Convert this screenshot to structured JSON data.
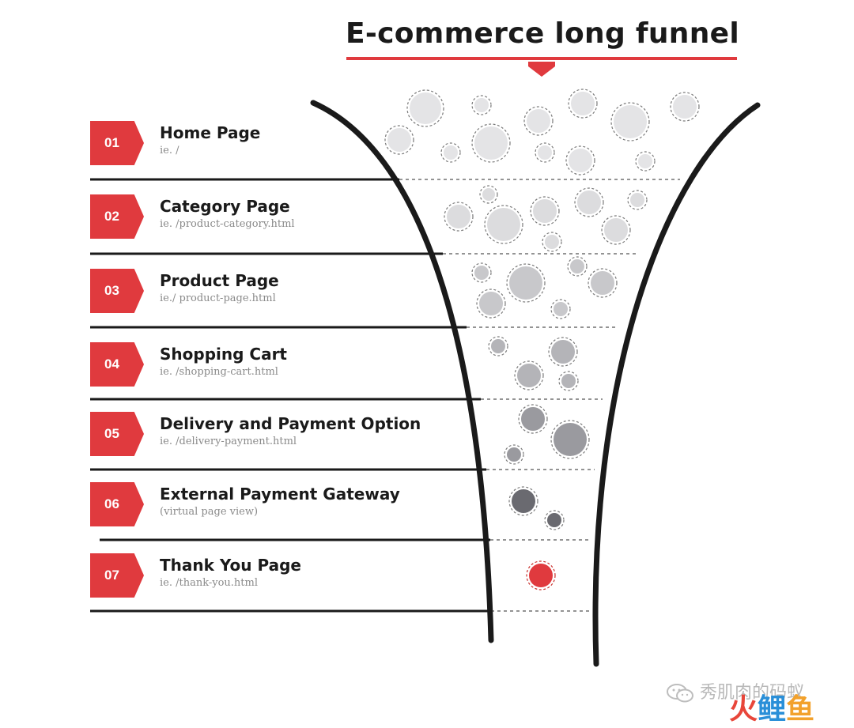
{
  "title": "E-commerce long funnel",
  "colors": {
    "accent": "#e03a3e",
    "line": "#1a1a1a",
    "circle_levels": [
      "#e4e4e6",
      "#dcdcde",
      "#c8c8cb",
      "#b4b4b8",
      "#9a9a9f",
      "#6a6a70",
      "#e03a3e"
    ]
  },
  "steps": [
    {
      "number": "01",
      "title": "Home Page",
      "subtitle": "ie. /"
    },
    {
      "number": "02",
      "title": "Category Page",
      "subtitle": "ie. /product-category.html"
    },
    {
      "number": "03",
      "title": "Product Page",
      "subtitle": "ie./ product-page.html"
    },
    {
      "number": "04",
      "title": "Shopping Cart",
      "subtitle": "ie. /shopping-cart.html"
    },
    {
      "number": "05",
      "title": "Delivery and Payment Option",
      "subtitle": "ie. /delivery-payment.html"
    },
    {
      "number": "06",
      "title": "External Payment Gateway",
      "subtitle": "(virtual page view)"
    },
    {
      "number": "07",
      "title": "Thank You Page",
      "subtitle": "ie. /thank-you.html"
    }
  ],
  "watermark": {
    "text": "秀肌肉的码蚁",
    "brand_part1": "火",
    "brand_part2": "鲤",
    "brand_part3": "鱼",
    "brand_colors": [
      "#e8463a",
      "#2a8fd8",
      "#f2a12c"
    ]
  }
}
